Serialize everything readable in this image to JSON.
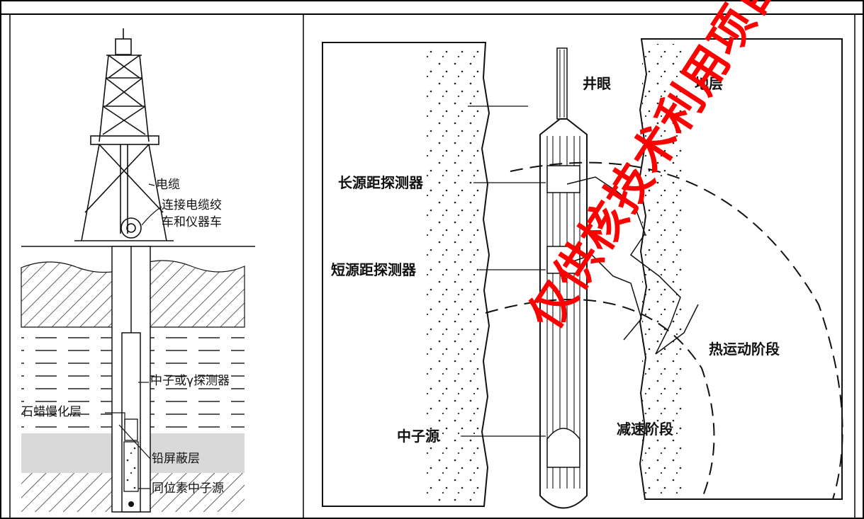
{
  "left_panel": {
    "labels": {
      "cable": "电缆",
      "connect_line1": "连接电缆绞",
      "connect_line2": "车和仪器车",
      "detector": "中子或γ探测器",
      "paraffin": "石蜡慢化层",
      "lead": "铅屏蔽层",
      "isotope": "同位素中子源"
    }
  },
  "right_panel": {
    "labels": {
      "borehole": "井眼",
      "formation": "地层",
      "long_detector": "长源距探测器",
      "short_detector": "短源距探测器",
      "neutron_source": "中子源",
      "thermal_stage": "热运动阶段",
      "slowing_stage": "减速阶段"
    }
  },
  "watermark": "仅供核技术利用项目公示使用",
  "colors": {
    "watermark": "#ff0000",
    "shading": "#d9d9d9",
    "line": "#111111"
  }
}
